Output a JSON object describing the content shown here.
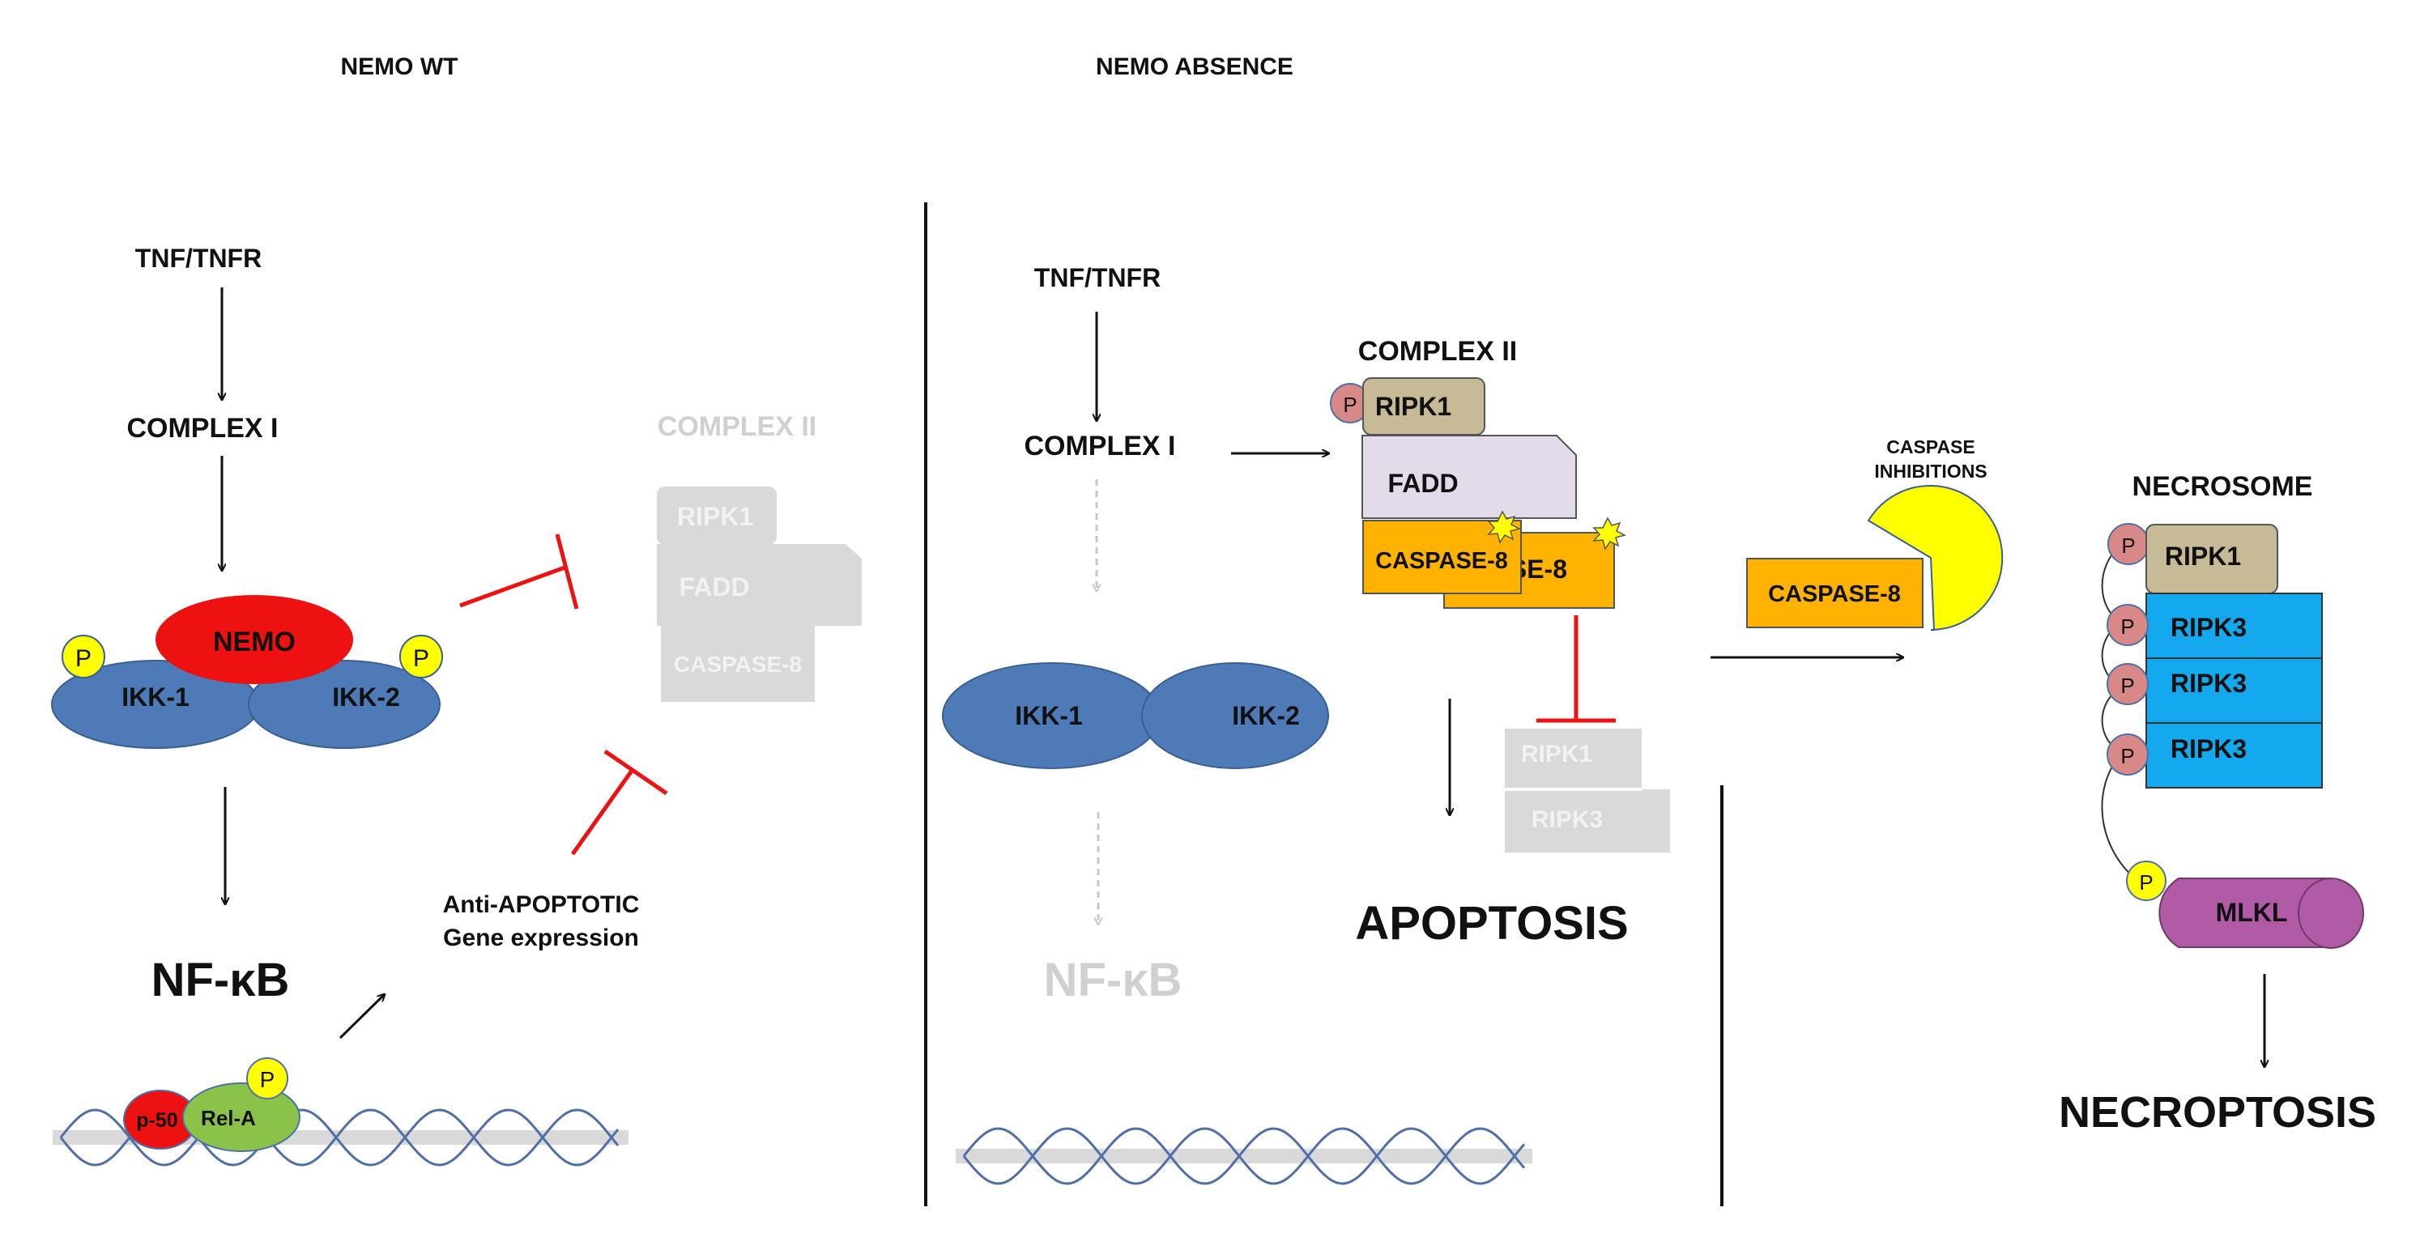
{
  "colors": {
    "ikk": "#4e7ab8",
    "nemo": "#ee1111",
    "phospho_yellow": "#ffff00",
    "phospho_pink": "#d98888",
    "ripk1": "#c6bb96",
    "fadd": "#e3dbea",
    "caspase8": "#ffb300",
    "ripk3": "#14a9ee",
    "mlkl": "#b15ba7",
    "relA": "#8bc34a",
    "p50": "#ee1111",
    "inhibitor_red": "#ee1111",
    "faded_box": "#d9d9d9",
    "faded_text": "#d0d0d0"
  },
  "left_panel": {
    "header": "NEMO WT",
    "tnf_label": "TNF/TNFR",
    "complex1_label": "COMPLEX I",
    "nemo_label": "NEMO",
    "ikk1_label": "IKK-1",
    "ikk2_label": "IKK-2",
    "phospho_label": "P",
    "nfkb_label": "NF-κB",
    "anti_apoptotic_line1": "Anti-APOPTOTIC",
    "anti_apoptotic_line2": "Gene expression",
    "p50_label": "p-50",
    "rela_label": "Rel-A",
    "complex2_label": "COMPLEX II",
    "complex2_ripk1": "RIPK1",
    "complex2_fadd": "FADD",
    "complex2_caspase8": "CASPASE-8"
  },
  "right_panel": {
    "header": "NEMO ABSENCE",
    "tnf_label": "TNF/TNFR",
    "complex1_label": "COMPLEX I",
    "ikk1_label": "IKK-1",
    "ikk2_label": "IKK-2",
    "nfkb_label": "NF-κB",
    "complex2_label": "COMPLEX II",
    "ripk1_label": "RIPK1",
    "fadd_label": "FADD",
    "caspase8_front_label": "CASPASE-8",
    "caspase8_back_label": "ASE-8",
    "faded_ripk1_label": "RIPK1",
    "faded_ripk3_label": "RIPK3",
    "apoptosis_label": "APOPTOSIS",
    "caspase_inhibitions_line1": "CASPASE",
    "caspase_inhibitions_line2": "INHIBITIONS",
    "caspase8_inhibited_label": "CASPASE-8",
    "necrosome_label": "NECROSOME",
    "necrosome_ripk1_label": "RIPK1",
    "necrosome_ripk3_labels": [
      "RIPK3",
      "RIPK3",
      "RIPK3"
    ],
    "mlkl_label": "MLKL",
    "necroptosis_label": "NECROPTOSIS",
    "phospho_label": "P"
  }
}
